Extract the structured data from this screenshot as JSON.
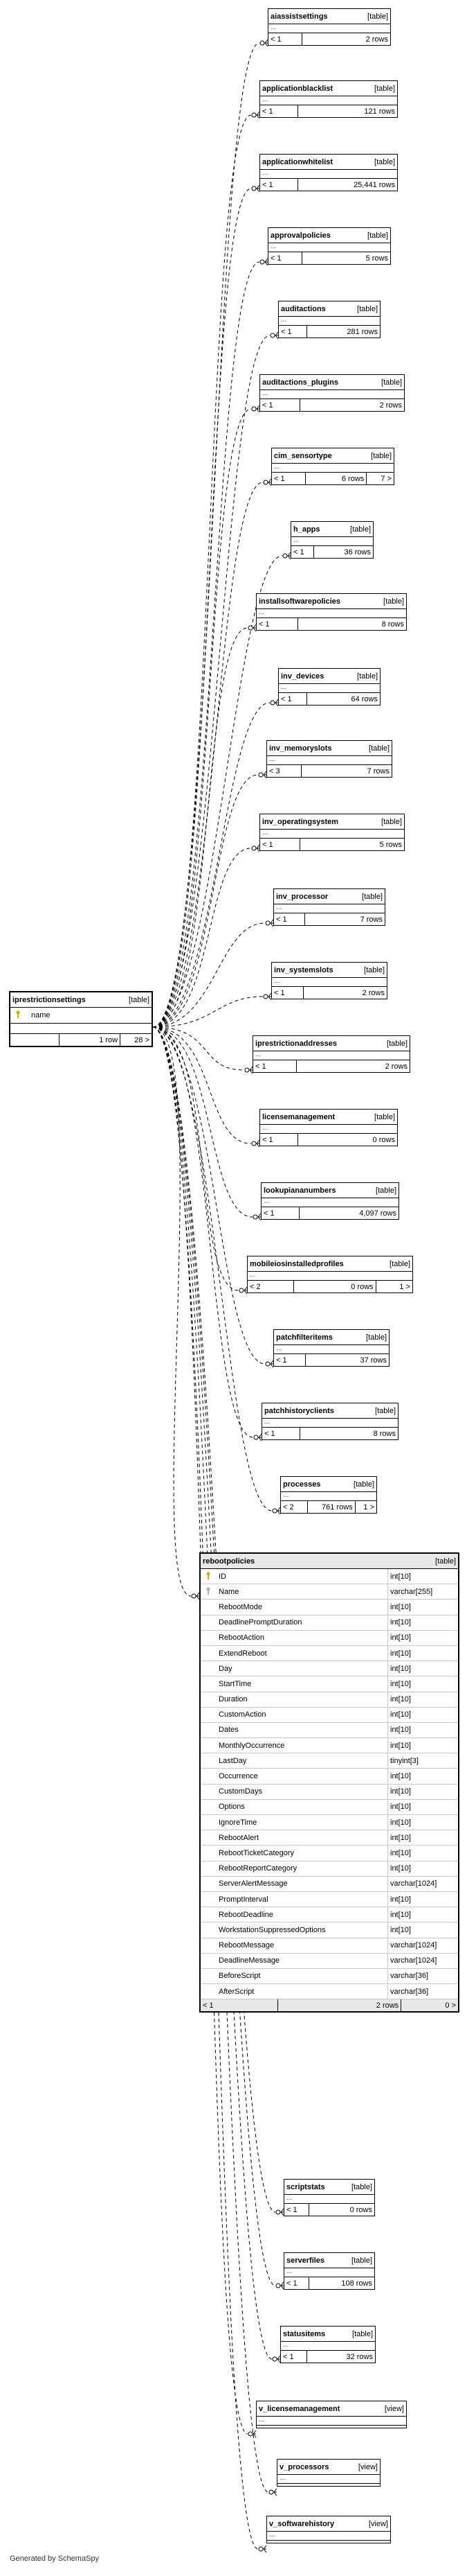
{
  "footer": {
    "credit": "Generated by SchemaSpy"
  },
  "center": {
    "name": "iprestrictionsettings",
    "kind": "[table]",
    "column": "name",
    "rows": "1 row",
    "children": "28 >"
  },
  "children": [
    {
      "name": "aiassistsettings",
      "kind": "[table]",
      "parents": "< 1",
      "rows": "2 rows",
      "extra": ""
    },
    {
      "name": "applicationblacklist",
      "kind": "[table]",
      "parents": "< 1",
      "rows": "121 rows",
      "extra": ""
    },
    {
      "name": "applicationwhitelist",
      "kind": "[table]",
      "parents": "< 1",
      "rows": "25,441 rows",
      "extra": ""
    },
    {
      "name": "approvalpolicies",
      "kind": "[table]",
      "parents": "< 1",
      "rows": "5 rows",
      "extra": ""
    },
    {
      "name": "auditactions",
      "kind": "[table]",
      "parents": "< 1",
      "rows": "281 rows",
      "extra": ""
    },
    {
      "name": "auditactions_plugins",
      "kind": "[table]",
      "parents": "< 1",
      "rows": "2 rows",
      "extra": ""
    },
    {
      "name": "cim_sensortype",
      "kind": "[table]",
      "parents": "< 1",
      "rows": "6 rows",
      "extra": "7 >"
    },
    {
      "name": "h_apps",
      "kind": "[table]",
      "parents": "< 1",
      "rows": "36 rows",
      "extra": ""
    },
    {
      "name": "installsoftwarepolicies",
      "kind": "[table]",
      "parents": "< 1",
      "rows": "8 rows",
      "extra": ""
    },
    {
      "name": "inv_devices",
      "kind": "[table]",
      "parents": "< 1",
      "rows": "64 rows",
      "extra": ""
    },
    {
      "name": "inv_memoryslots",
      "kind": "[table]",
      "parents": "< 3",
      "rows": "7 rows",
      "extra": ""
    },
    {
      "name": "inv_operatingsystem",
      "kind": "[table]",
      "parents": "< 1",
      "rows": "5 rows",
      "extra": ""
    },
    {
      "name": "inv_processor",
      "kind": "[table]",
      "parents": "< 1",
      "rows": "7 rows",
      "extra": ""
    },
    {
      "name": "inv_systemslots",
      "kind": "[table]",
      "parents": "< 1",
      "rows": "2 rows",
      "extra": ""
    },
    {
      "name": "iprestrictionaddresses",
      "kind": "[table]",
      "parents": "< 1",
      "rows": "2 rows",
      "extra": ""
    },
    {
      "name": "licensemanagement",
      "kind": "[table]",
      "parents": "< 1",
      "rows": "0 rows",
      "extra": ""
    },
    {
      "name": "lookupiananumbers",
      "kind": "[table]",
      "parents": "< 1",
      "rows": "4,097 rows",
      "extra": ""
    },
    {
      "name": "mobileiosinstalledprofiles",
      "kind": "[table]",
      "parents": "< 2",
      "rows": "0 rows",
      "extra": "1 >"
    },
    {
      "name": "patchfilteritems",
      "kind": "[table]",
      "parents": "< 1",
      "rows": "37 rows",
      "extra": ""
    },
    {
      "name": "patchhistoryclients",
      "kind": "[table]",
      "parents": "< 1",
      "rows": "8 rows",
      "extra": ""
    },
    {
      "name": "processes",
      "kind": "[table]",
      "parents": "< 2",
      "rows": "761 rows",
      "extra": "1 >"
    }
  ],
  "rebootpolicies": {
    "name": "rebootpolicies",
    "kind": "[table]",
    "columns": [
      {
        "name": "ID",
        "type": "int[10]",
        "key": "pk"
      },
      {
        "name": "Name",
        "type": "varchar[255]",
        "key": "fk"
      },
      {
        "name": "RebootMode",
        "type": "int[10]",
        "key": ""
      },
      {
        "name": "DeadlinePromptDuration",
        "type": "int[10]",
        "key": ""
      },
      {
        "name": "RebootAction",
        "type": "int[10]",
        "key": ""
      },
      {
        "name": "ExtendReboot",
        "type": "int[10]",
        "key": ""
      },
      {
        "name": "Day",
        "type": "int[10]",
        "key": ""
      },
      {
        "name": "StartTime",
        "type": "int[10]",
        "key": ""
      },
      {
        "name": "Duration",
        "type": "int[10]",
        "key": ""
      },
      {
        "name": "CustomAction",
        "type": "int[10]",
        "key": ""
      },
      {
        "name": "Dates",
        "type": "int[10]",
        "key": ""
      },
      {
        "name": "MonthlyOccurrence",
        "type": "int[10]",
        "key": ""
      },
      {
        "name": "LastDay",
        "type": "tinyint[3]",
        "key": ""
      },
      {
        "name": "Occurrence",
        "type": "int[10]",
        "key": ""
      },
      {
        "name": "CustomDays",
        "type": "int[10]",
        "key": ""
      },
      {
        "name": "Options",
        "type": "int[10]",
        "key": ""
      },
      {
        "name": "IgnoreTime",
        "type": "int[10]",
        "key": ""
      },
      {
        "name": "RebootAlert",
        "type": "int[10]",
        "key": ""
      },
      {
        "name": "RebootTicketCategory",
        "type": "int[10]",
        "key": ""
      },
      {
        "name": "RebootReportCategory",
        "type": "int[10]",
        "key": ""
      },
      {
        "name": "ServerAlertMessage",
        "type": "varchar[1024]",
        "key": ""
      },
      {
        "name": "PromptInterval",
        "type": "int[10]",
        "key": ""
      },
      {
        "name": "RebootDeadline",
        "type": "int[10]",
        "key": ""
      },
      {
        "name": "WorkstationSuppressedOptions",
        "type": "int[10]",
        "key": ""
      },
      {
        "name": "RebootMessage",
        "type": "varchar[1024]",
        "key": ""
      },
      {
        "name": "DeadlineMessage",
        "type": "varchar[1024]",
        "key": ""
      },
      {
        "name": "BeforeScript",
        "type": "varchar[36]",
        "key": ""
      },
      {
        "name": "AfterScript",
        "type": "varchar[36]",
        "key": ""
      }
    ],
    "parents": "< 1",
    "rows": "2 rows",
    "extra": "0 >"
  },
  "tail": [
    {
      "name": "scriptstats",
      "kind": "[table]",
      "parents": "< 1",
      "rows": "0 rows",
      "extra": ""
    },
    {
      "name": "serverfiles",
      "kind": "[table]",
      "parents": "< 1",
      "rows": "108 rows",
      "extra": ""
    },
    {
      "name": "statusitems",
      "kind": "[table]",
      "parents": "< 1",
      "rows": "32 rows",
      "extra": ""
    },
    {
      "name": "v_licensemanagement",
      "kind": "[view]",
      "parents": "",
      "rows": "",
      "extra": ""
    },
    {
      "name": "v_processors",
      "kind": "[view]",
      "parents": "",
      "rows": "",
      "extra": ""
    },
    {
      "name": "v_softwarehistory",
      "kind": "[view]",
      "parents": "",
      "rows": "",
      "extra": ""
    }
  ]
}
